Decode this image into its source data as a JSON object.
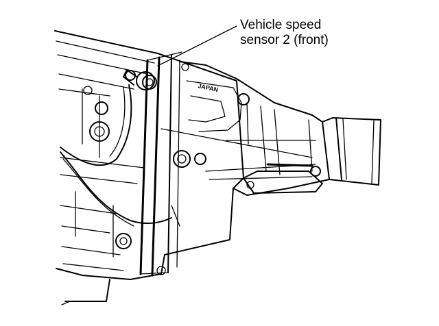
{
  "callout": {
    "line1": "Vehicle speed",
    "line2": "sensor 2 (front)"
  },
  "part_stamp": "JAPAN"
}
